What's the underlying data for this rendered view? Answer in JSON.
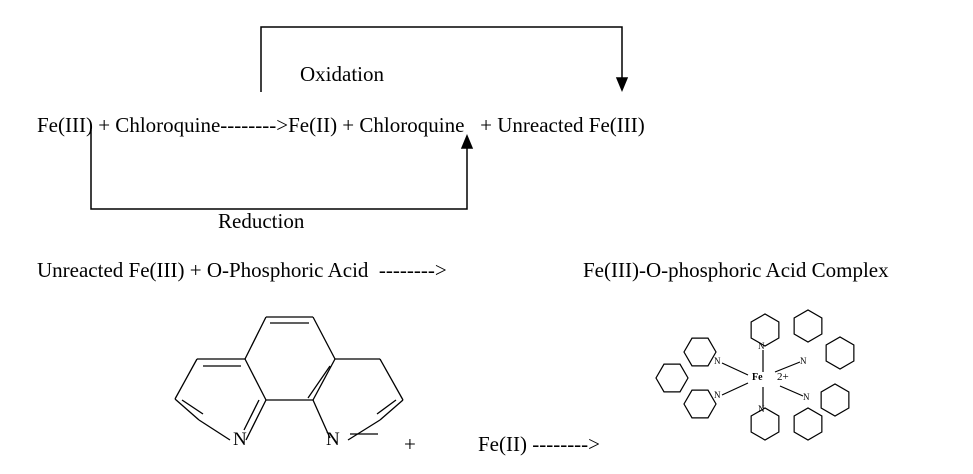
{
  "reaction1": {
    "oxidation_label": "Oxidation",
    "equation": "Fe(III) + Chloroquine-------->Fe(II) + Chloroquine   + Unreacted Fe(III)",
    "reduction_label": "Reduction"
  },
  "reaction2": {
    "reactants": "Unreacted Fe(III) + O-Phosphoric Acid  -------->",
    "product": "Fe(III)-O-phosphoric Acid Complex"
  },
  "reaction3": {
    "phenanthroline_atoms": [
      "N",
      "N"
    ],
    "plus": "+",
    "reactant": "Fe(II) -------->",
    "complex_center": "Fe",
    "complex_charge": "2+",
    "complex_atom": "N"
  }
}
